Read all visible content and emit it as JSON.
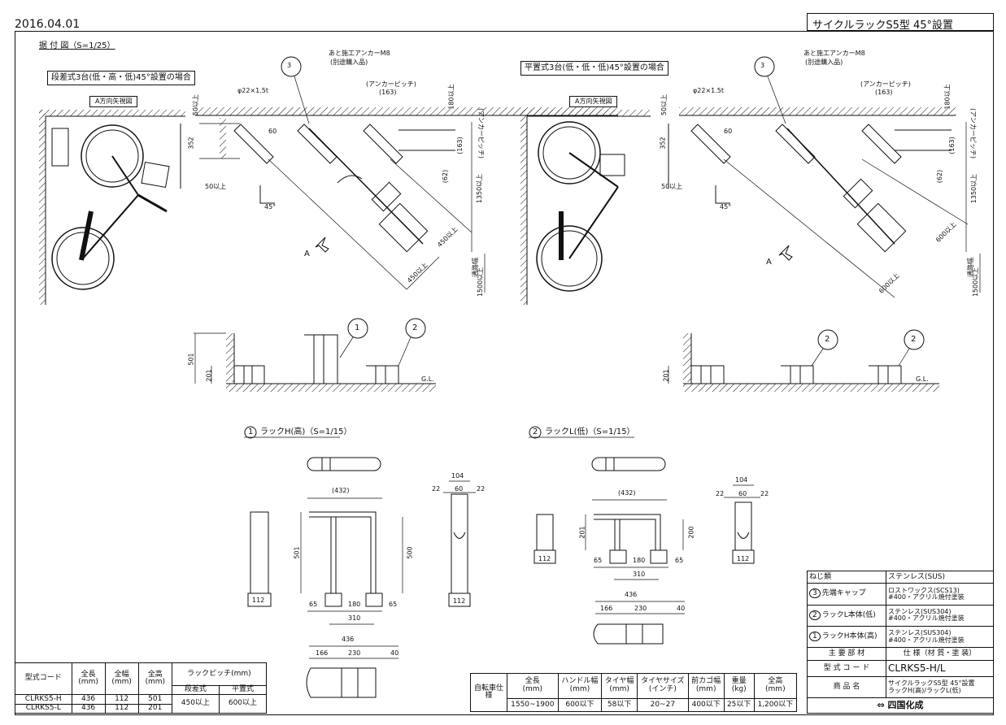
{
  "header": {
    "date": "2016.04.01",
    "title": "サイクルラックS5型 45°設置"
  },
  "layout_section": {
    "label": "据 付 図（S=1/25）"
  },
  "left_plan": {
    "case_label": "段差式3台(低・高・低)45°設置の場合",
    "view_label": "A方向矢視図",
    "pipe": "φ22×1.5t",
    "anchor": "あと施工アンカーM8",
    "anchor_sub": "(別途購入品)",
    "pitch_label": "(アンカーピッチ)",
    "dims": {
      "d50": "50以上",
      "d352": "352",
      "d50b": "50以上",
      "d60": "60",
      "d163": "(163)",
      "d180": "180以上",
      "d163b": "(163)",
      "pitch_vert": "(アンカーピッチ)",
      "d62": "(62)",
      "d1350": "1350以上",
      "d450a": "450以上",
      "d450b": "450以上",
      "dpass": "通路幅",
      "d1500": "1500以上",
      "angle": "45°",
      "A": "A"
    },
    "callout": "3"
  },
  "right_plan": {
    "case_label": "平置式3台(低・低・低)45°設置の場合",
    "view_label": "A方向矢視図",
    "pipe": "φ22×1.5t",
    "anchor": "あと施工アンカーM8",
    "anchor_sub": "(別途購入品)",
    "pitch_label": "(アンカーピッチ)",
    "dims": {
      "d50": "50以上",
      "d352": "352",
      "d50b": "50以上",
      "d60": "60",
      "d163": "(163)",
      "d180": "180以上",
      "d163b": "(163)",
      "pitch_vert": "(アンカーピッチ)",
      "d62": "(62)",
      "d1350": "1350以上",
      "d600a": "600以上",
      "d600b": "600以上",
      "dpass": "通路幅",
      "d1500": "1500以上",
      "angle": "45°",
      "A": "A"
    },
    "callout": "3"
  },
  "left_elev": {
    "d501": "501",
    "d201": "201",
    "gl": "G.L.",
    "c1": "1",
    "c2": "2"
  },
  "right_elev": {
    "d201": "201",
    "gl": "G.L.",
    "c1": "2",
    "c2": "2"
  },
  "rackH": {
    "title_num": "1",
    "title": "ラックH(高)（S=1/15）",
    "d432": "(432)",
    "d501": "501",
    "d500": "500",
    "d65a": "65",
    "d180": "180",
    "d65b": "65",
    "d310": "310",
    "d112": "112",
    "d112b": "112",
    "d104": "104",
    "d22a": "22",
    "d60": "60",
    "d22b": "22",
    "d436": "436",
    "d166": "166",
    "d230": "230",
    "d40": "40"
  },
  "rackL": {
    "title_num": "2",
    "title": "ラックL(低)（S=1/15）",
    "d432": "(432)",
    "d201": "201",
    "d200": "200",
    "d65a": "65",
    "d180": "180",
    "d65b": "65",
    "d310": "310",
    "d112": "112",
    "d112b": "112",
    "d104": "104",
    "d22a": "22",
    "d60": "60",
    "d22b": "22",
    "d436": "436",
    "d166": "166",
    "d230": "230",
    "d40": "40"
  },
  "spec_table": {
    "h_code": "型式コード",
    "h_len": "全長",
    "h_wid": "全幅",
    "h_ht": "全高",
    "h_mm": "(mm)",
    "h_pitch": "ラックピッチ(mm)",
    "h_step": "段差式",
    "h_flat": "平置式",
    "rows": [
      {
        "code": "CLRKS5-H",
        "len": "436",
        "wid": "112",
        "ht": "501"
      },
      {
        "code": "CLRKS5-L",
        "len": "436",
        "wid": "112",
        "ht": "201"
      }
    ],
    "pitch_step": "450以上",
    "pitch_flat": "600以上"
  },
  "bike_table": {
    "h_title": "自転車仕様",
    "headers": [
      "全長",
      "ハンドル幅",
      "タイヤ幅",
      "タイヤサイズ",
      "前カゴ幅",
      "重量",
      "全高"
    ],
    "units": [
      "(mm)",
      "(mm)",
      "(mm)",
      "(インチ)",
      "(mm)",
      "(kg)",
      "(mm)"
    ],
    "values": [
      "1550~1900",
      "600以下",
      "58以下",
      "20~27",
      "400以下",
      "25以下",
      "1,200以下"
    ]
  },
  "parts_table": {
    "screw_label": "ねじ類",
    "screw_val": "ステンレス(SUS)",
    "rows": [
      {
        "num": "3",
        "name": "先端キャップ",
        "spec1": "ロストワックス(SCS13)",
        "spec2": "#400・アクリル焼付塗装"
      },
      {
        "num": "2",
        "name": "ラックL本体(低)",
        "spec1": "ステンレス(SUS304)",
        "spec2": "#400・アクリル焼付塗装"
      },
      {
        "num": "1",
        "name": "ラックH本体(高)",
        "spec1": "ステンレス(SUS304)",
        "spec2": "#400・アクリル焼付塗装"
      }
    ],
    "main_label": "主 要 部 材",
    "main_val": "仕 様（材 質・塗 装）",
    "code_label": "型 式 コ ー ド",
    "code_val": "CLRKS5-H/L",
    "name_label": "商 品 名",
    "name_val1": "サイクルラックS5型 45°設置",
    "name_val2": "ラックH(高)/ラックL(低)",
    "logo": "四国化成"
  }
}
